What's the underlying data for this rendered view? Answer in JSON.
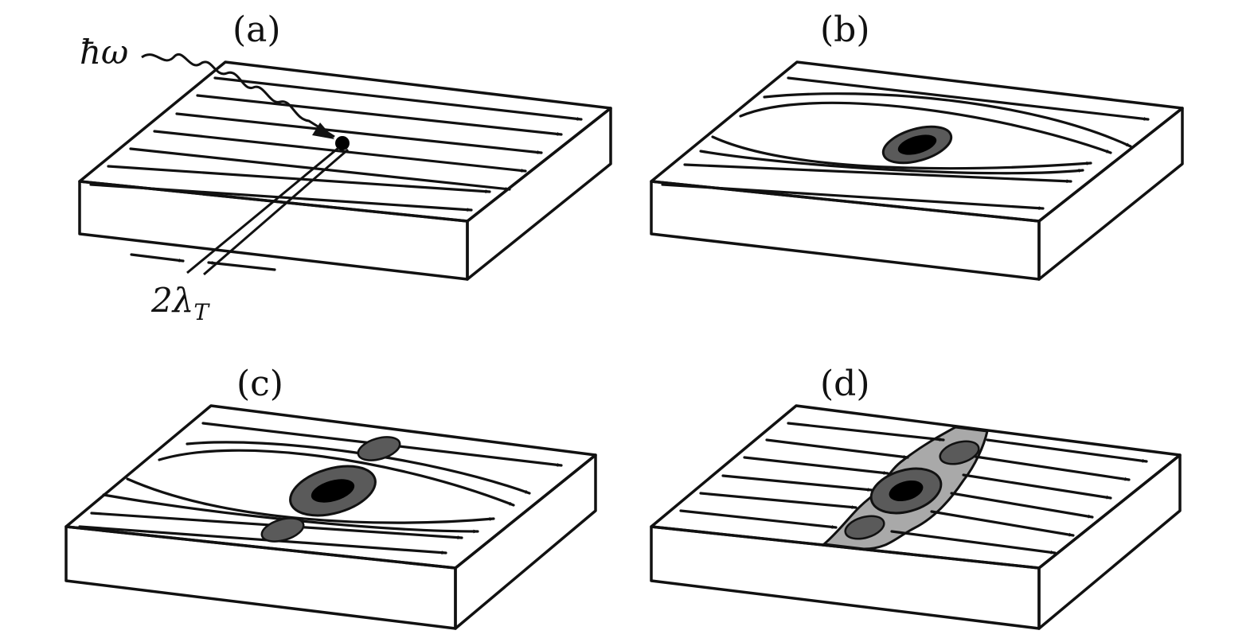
{
  "colors": {
    "slab_side": "#d4d4d4",
    "slab_top": "#ffffff",
    "outline": "#111111",
    "hotspot_outer": "#5a5a5a",
    "hotspot_core": "#000000",
    "belt": "#a9a9a9"
  },
  "panels": {
    "a": {
      "label": "(a)",
      "photon": "ħω",
      "width_label_main": "2λ",
      "width_label_sub": "T"
    },
    "b": {
      "label": "(b)"
    },
    "c": {
      "label": "(c)"
    },
    "d": {
      "label": "(d)"
    }
  }
}
